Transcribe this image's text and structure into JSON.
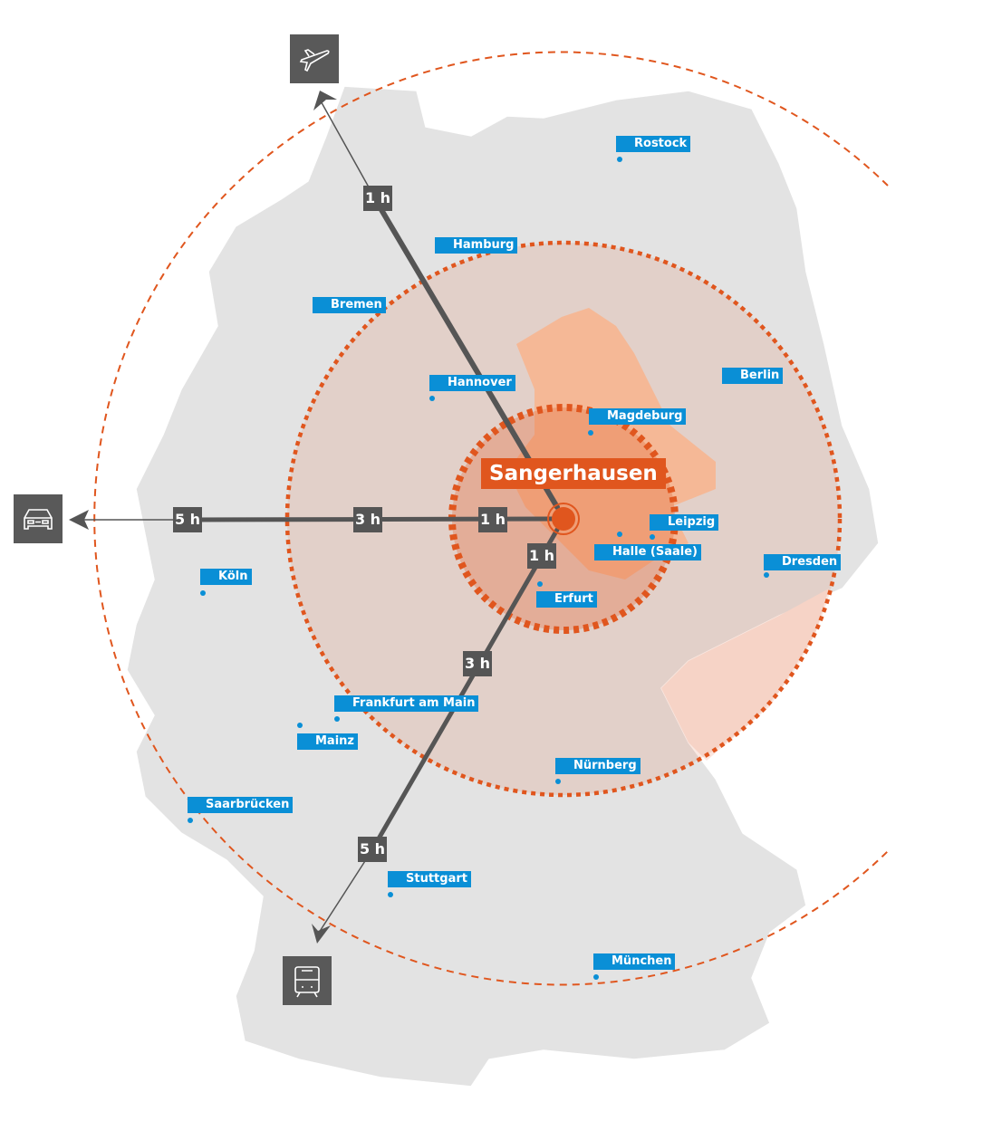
{
  "center": {
    "name": "Sangerhausen"
  },
  "colors": {
    "accent": "#e0561e",
    "city_label": "#0a8fd6",
    "land": "#e3e3e3",
    "route": "#555555"
  },
  "cities": [
    {
      "name": "Rostock"
    },
    {
      "name": "Hamburg"
    },
    {
      "name": "Bremen"
    },
    {
      "name": "Hannover"
    },
    {
      "name": "Berlin"
    },
    {
      "name": "Magdeburg"
    },
    {
      "name": "Leipzig"
    },
    {
      "name": "Halle (Saale)"
    },
    {
      "name": "Erfurt"
    },
    {
      "name": "Dresden"
    },
    {
      "name": "Köln"
    },
    {
      "name": "Frankfurt am Main"
    },
    {
      "name": "Mainz"
    },
    {
      "name": "Nürnberg"
    },
    {
      "name": "Saarbrücken"
    },
    {
      "name": "Stuttgart"
    },
    {
      "name": "München"
    }
  ],
  "routes": {
    "air": {
      "icon": "airplane-icon",
      "times": [
        "1 h"
      ]
    },
    "car": {
      "icon": "car-icon",
      "times": [
        "1 h",
        "3 h",
        "5 h"
      ]
    },
    "train": {
      "icon": "train-icon",
      "times": [
        "1 h",
        "3 h",
        "5 h"
      ]
    }
  }
}
